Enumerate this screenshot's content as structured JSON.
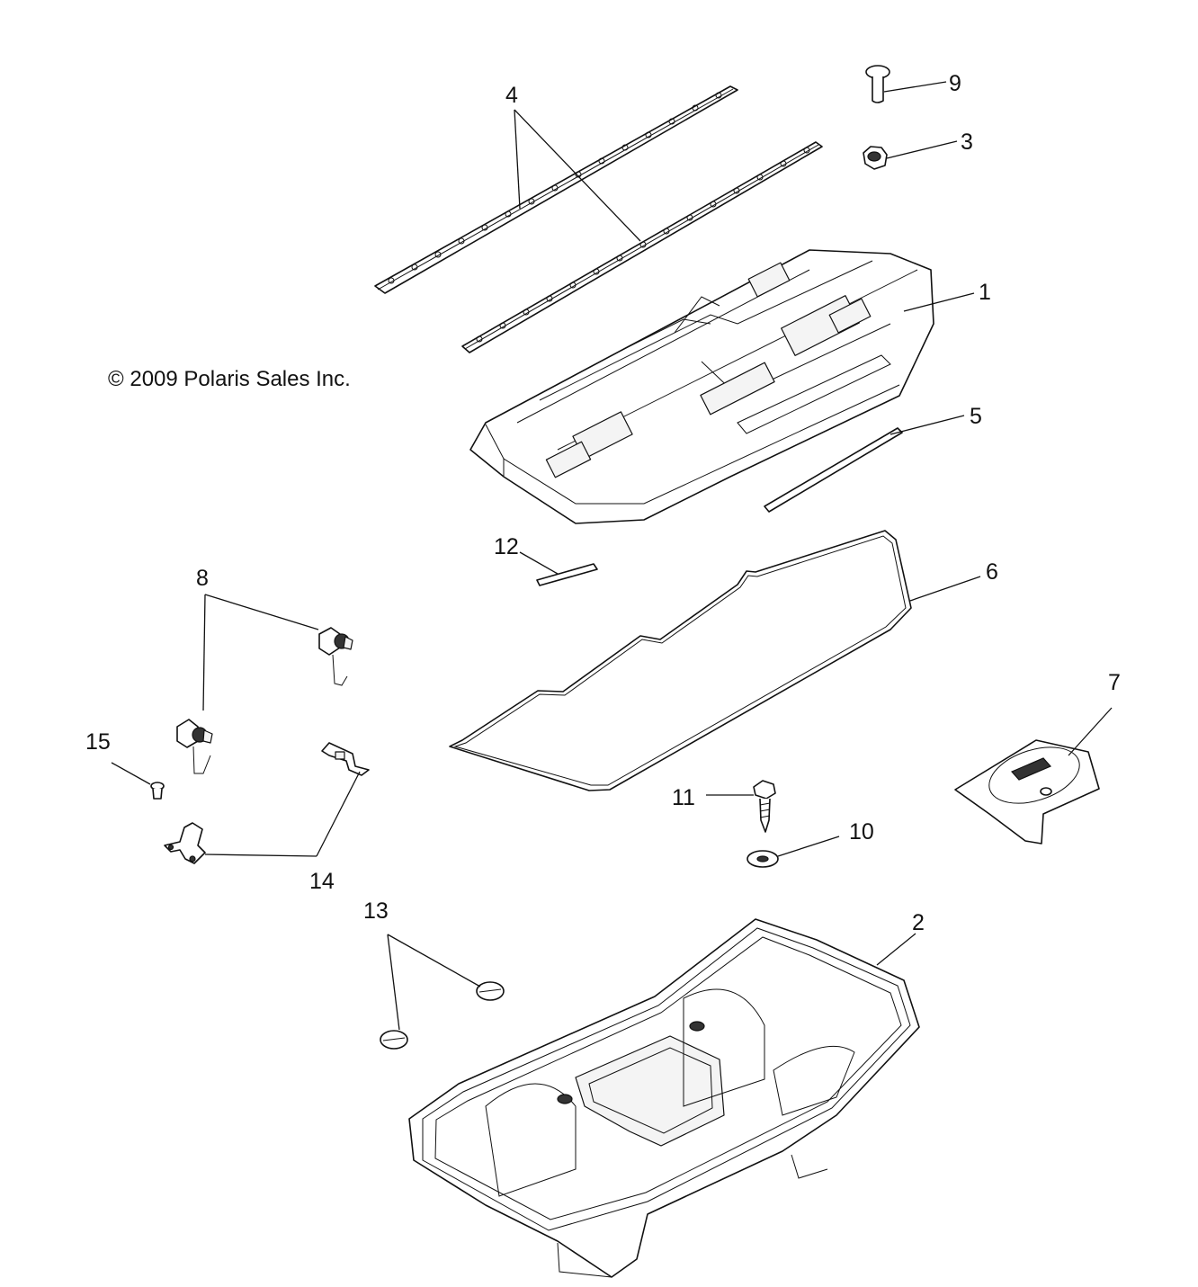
{
  "copyright": "© 2009 Polaris Sales Inc.",
  "callouts": {
    "c1": "1",
    "c2": "2",
    "c3": "3",
    "c4": "4",
    "c5": "5",
    "c6": "6",
    "c7": "7",
    "c8": "8",
    "c9": "9",
    "c10": "10",
    "c11": "11",
    "c12": "12",
    "c13": "13",
    "c14": "14",
    "c15": "15"
  },
  "colors": {
    "line": "#111111",
    "background": "#ffffff"
  }
}
